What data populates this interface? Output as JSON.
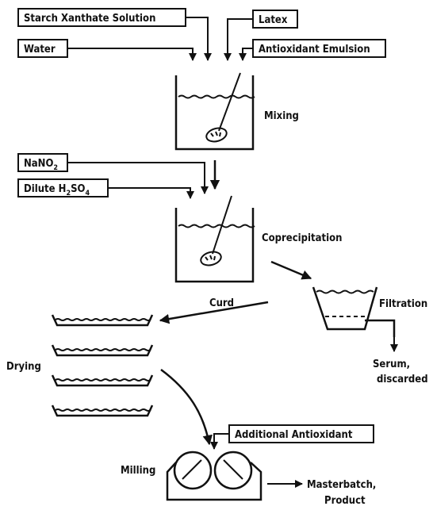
{
  "inputs": {
    "starch": "Starch Xanthate Solution",
    "water": "Water",
    "latex": "Latex",
    "antioxidant": "Antioxidant Emulsion",
    "nano2_main": "NaNO",
    "nano2_sub": "2",
    "acid_main": "Dilute H",
    "acid_sub1": "2",
    "acid_mid": "SO",
    "acid_sub2": "4",
    "additional": "Additional Antioxidant"
  },
  "steps": {
    "mixing": "Mixing",
    "coprecipitation": "Coprecipitation",
    "filtration": "Filtration",
    "serum_line1": "Serum,",
    "serum_line2": "discarded",
    "curd": "Curd",
    "drying": "Drying",
    "milling": "Milling",
    "product_line1": "Masterbatch,",
    "product_line2": "Product"
  }
}
